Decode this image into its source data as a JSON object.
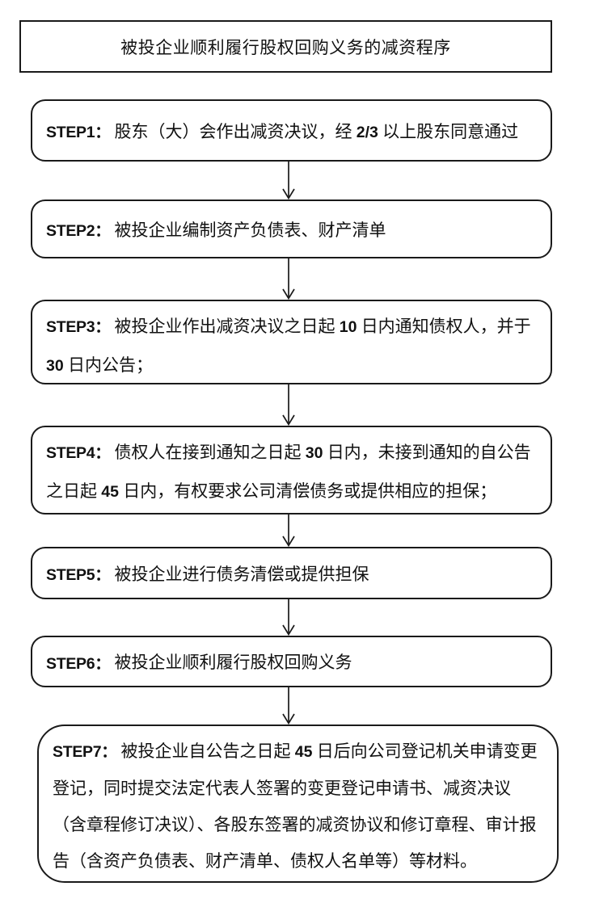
{
  "page": {
    "background_color": "#ffffff",
    "line_color": "#1a1a1a",
    "text_color": "#111111"
  },
  "title": "被投企业顺利履行股权回购义务的减资程序",
  "steps": [
    {
      "label": "STEP1：",
      "text": "股东（大）会作出减资决议，经 2/3 以上股东同意通过"
    },
    {
      "label": "STEP2：",
      "text": "被投企业编制资产负债表、财产清单"
    },
    {
      "label": "STEP3：",
      "text": "被投企业作出减资决议之日起 10 日内通知债权人，并于 30 日内公告；"
    },
    {
      "label": "STEP4：",
      "text": "债权人在接到通知之日起 30 日内，未接到通知的自公告之日起 45 日内，有权要求公司清偿债务或提供相应的担保；"
    },
    {
      "label": "STEP5：",
      "text": "被投企业进行债务清偿或提供担保"
    },
    {
      "label": "STEP6：",
      "text": "被投企业顺利履行股权回购义务"
    },
    {
      "label": "STEP7：",
      "text": "被投企业自公告之日起 45 日后向公司登记机关申请变更登记，同时提交法定代表人签署的变更登记申请书、减资决议（含章程修订决议）、各股东签署的减资协议和修订章程、审计报告（含资产负债表、财产清单、债权人名单等）等材料。"
    }
  ],
  "connector": {
    "icon": "arrow-down-icon",
    "count": 6
  }
}
